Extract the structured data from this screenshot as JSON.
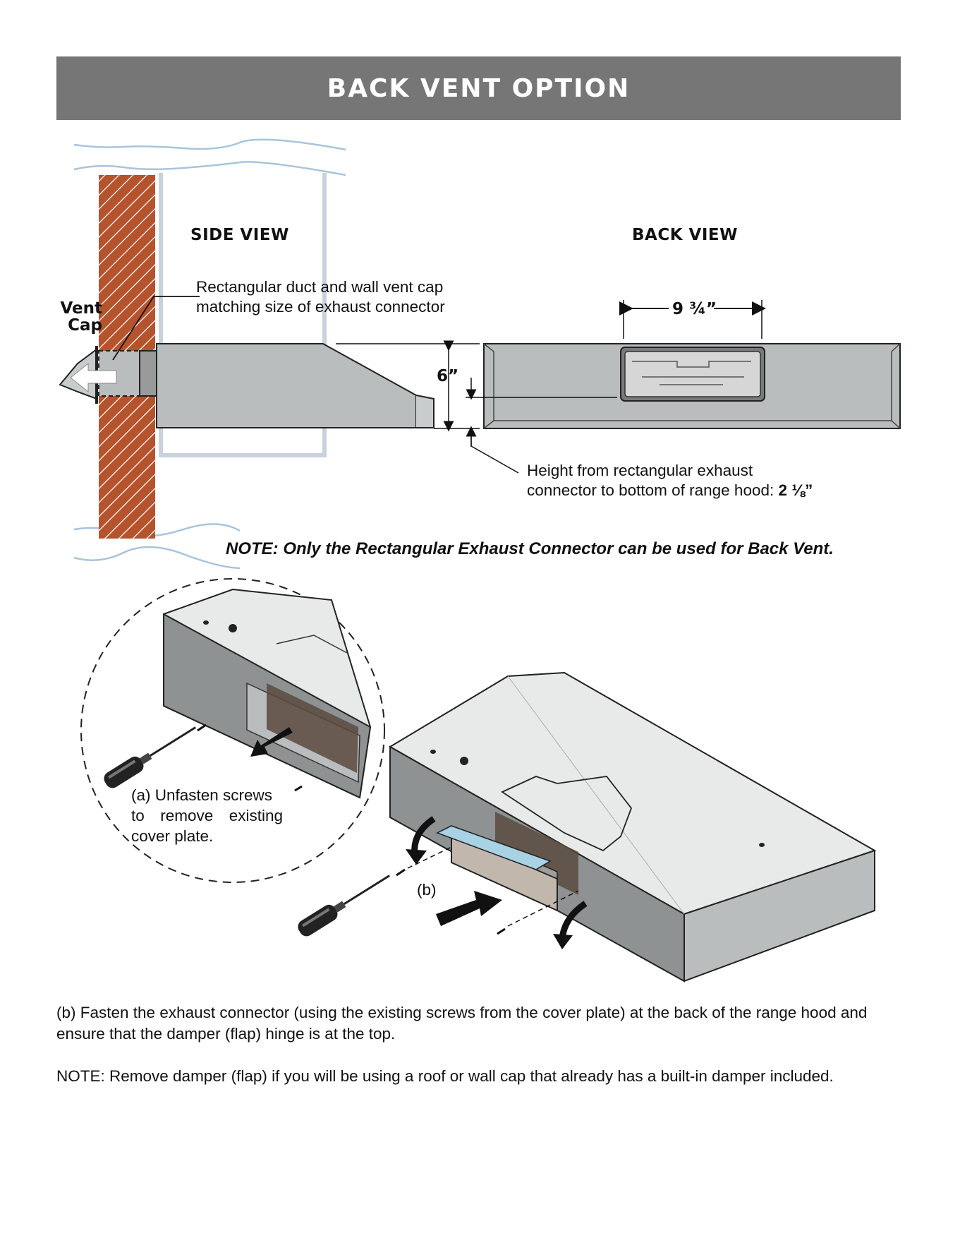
{
  "title": "BACK VENT OPTION",
  "side_view": {
    "label": "SIDE VIEW",
    "vent_cap_line1": "Vent",
    "vent_cap_line2": "Cap",
    "callout_line1": "Rectangular duct and wall vent cap",
    "callout_line2": "matching size of exhaust connector",
    "height_dim": "6”"
  },
  "back_view": {
    "label": "BACK VIEW",
    "width_dim": "9 ¾”",
    "height_note_line1": "Height from rectangular exhaust",
    "height_note_line2": "connector to bottom of range hood:",
    "height_note_value": "2 ⅛”"
  },
  "note_top": "NOTE: Only the Rectangular Exhaust Connector can be used for Back Vent.",
  "step_a": {
    "line1": "(a) Unfasten screws",
    "line2": "to remove existing",
    "line3": "cover plate."
  },
  "step_b_label": "(b)",
  "paragraph_b": "(b) Fasten the exhaust connector (using the existing screws from the cover plate) at the back of the range hood and ensure that the damper (flap) hinge is at the top.",
  "paragraph_note": "NOTE: Remove damper (flap) if you will be using a roof or wall cap that already has a built-in damper included.",
  "colors": {
    "banner": "#777677",
    "brick": "#b5532d",
    "hood_grey": "#b9bdbe",
    "wall_line": "#a8c4de"
  },
  "icons": [
    "screwdriver-icon",
    "arrow-icon",
    "screw-icon"
  ]
}
